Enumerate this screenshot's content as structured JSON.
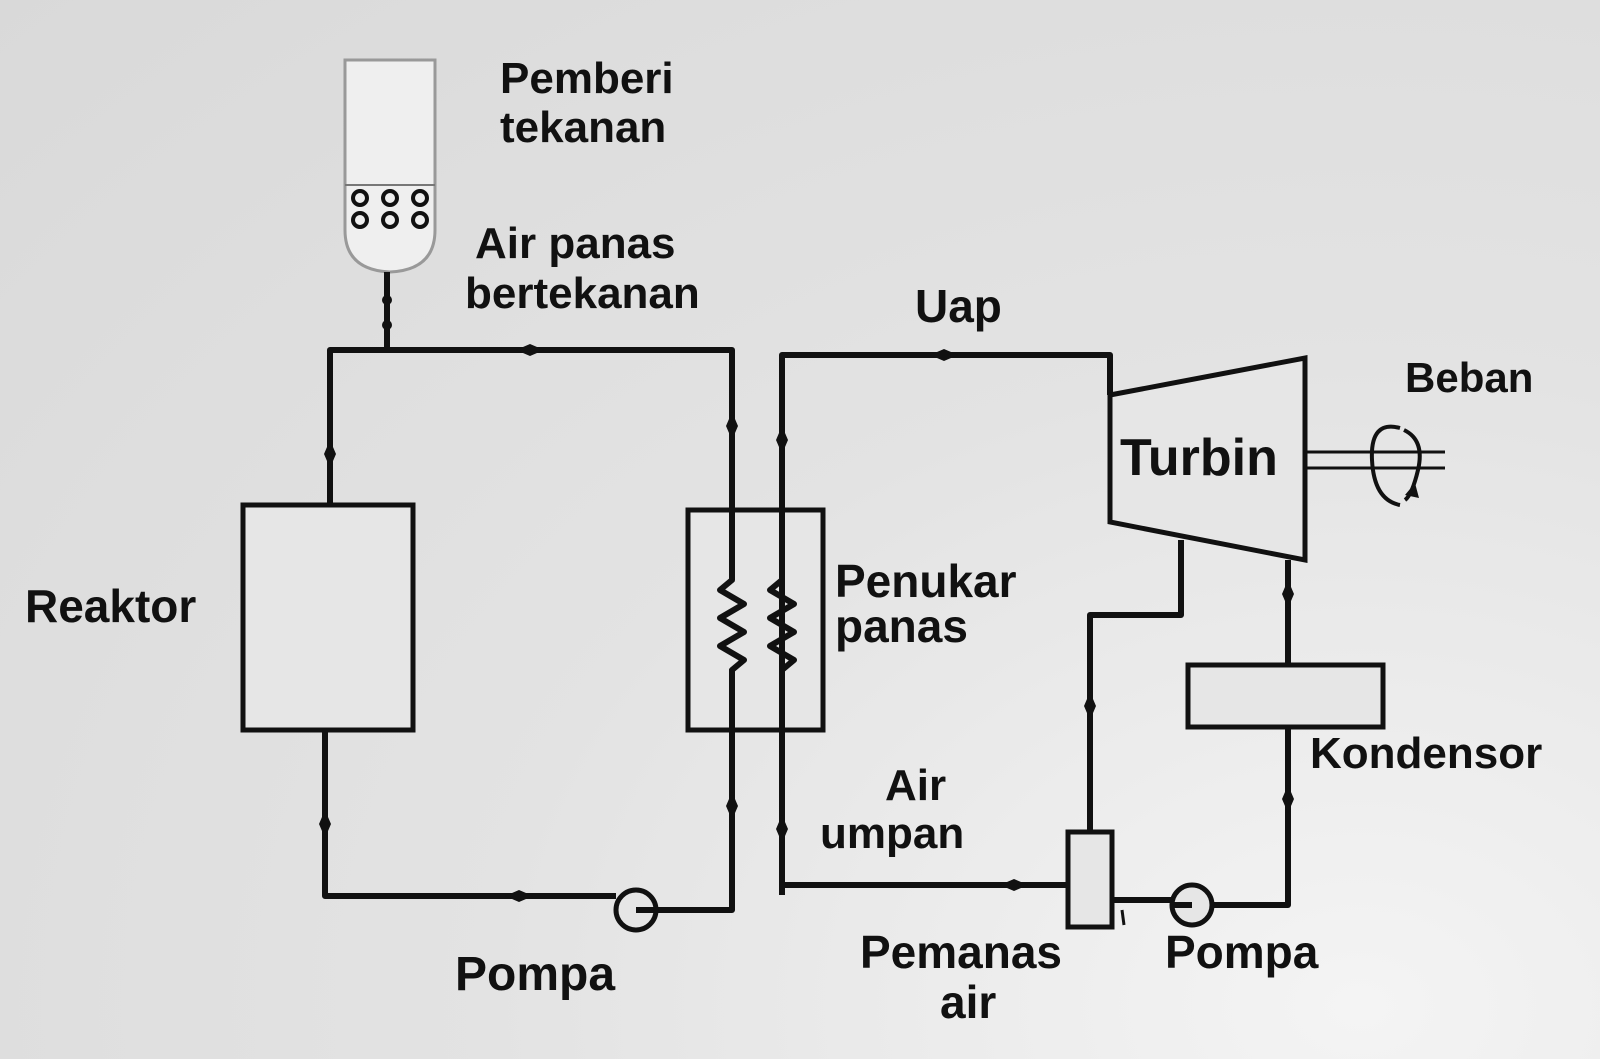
{
  "labels": {
    "pressurizer": [
      "Pemberi",
      "tekanan"
    ],
    "hot_water": [
      "Air panas",
      "bertekanan"
    ],
    "steam": "Uap",
    "load": "Beban",
    "turbine": "Turbin",
    "reactor": "Reaktor",
    "heat_exchanger": [
      "Penukar",
      "panas"
    ],
    "condenser": "Kondensor",
    "feed_water": [
      "Air",
      "umpan"
    ],
    "primary_pump": "Pompa",
    "water_heater": [
      "Pemanas",
      "air"
    ],
    "secondary_pump": "Pompa"
  }
}
